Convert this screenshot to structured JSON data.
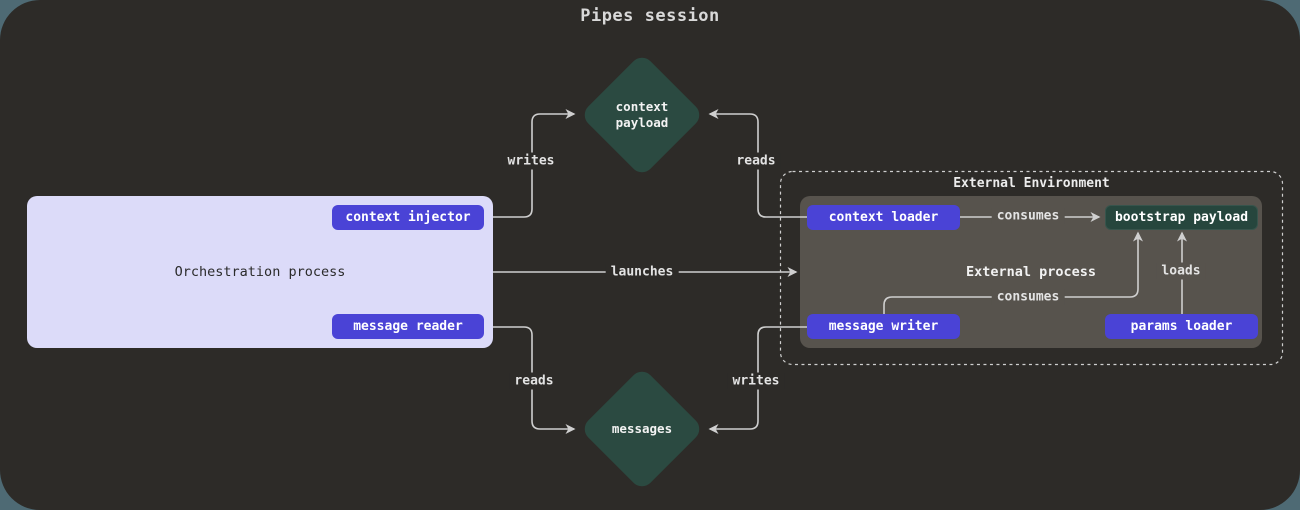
{
  "title": "Pipes session",
  "colors": {
    "outer_background": "#4e6a74",
    "canvas_background": "#2d2b28",
    "accent_purple": "#4a43d6",
    "diamond_green": "#2b4a41",
    "bootstrap_green": "#26463d",
    "panel_lavender": "#dcdbf9",
    "panel_gray": "#57534d",
    "line": "#cfcfcf"
  },
  "nodes": {
    "context_payload": {
      "label": "context\npayload"
    },
    "messages": {
      "label": "messages"
    },
    "orchestration": {
      "label": "Orchestration process",
      "context_injector": "context injector",
      "message_reader": "message reader"
    },
    "external_environment": {
      "label": "External Environment",
      "process_label": "External process",
      "context_loader": "context loader",
      "bootstrap_payload": "bootstrap payload",
      "message_writer": "message writer",
      "params_loader": "params loader"
    }
  },
  "edges": {
    "writes_top": "writes",
    "reads_top": "reads",
    "launches": "launches",
    "consumes_top": "consumes",
    "consumes_bottom": "consumes",
    "loads": "loads",
    "reads_bottom": "reads",
    "writes_bottom": "writes"
  }
}
